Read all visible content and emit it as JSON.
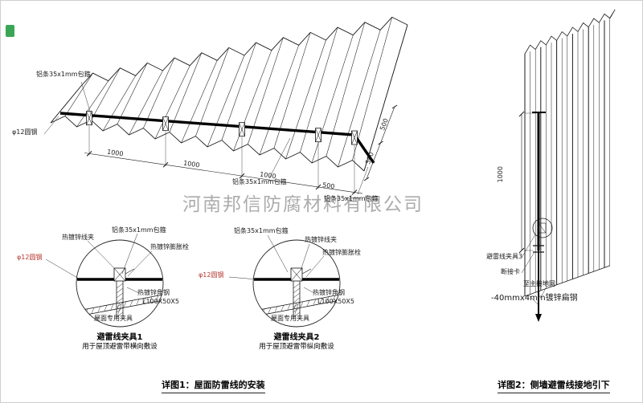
{
  "company_watermark": "河南邦信防腐材料有限公司",
  "roof": {
    "label_alu_strip": "铝条35x1mm包箍",
    "label_round_steel": "φ12圆钢",
    "dim_1000": "1000",
    "dim_500": "500"
  },
  "details": [
    {
      "title": "避雷线夹具1",
      "subtitle": "用于屋顶避雷带横向敷设",
      "labels": {
        "clip": "热镀锌线夹",
        "alu": "铝条35x1mm包箍",
        "bolt": "热镀锌膨胀栓",
        "rod": "φ12圆钢",
        "angle": "热镀锌角钢",
        "angle_spec": "L100X50X5",
        "fixture": "屋面专用夹具"
      }
    },
    {
      "title": "避雷线夹具2",
      "subtitle": "用于屋顶避雷带纵向敷设",
      "labels": {
        "clip": "热镀锌线夹",
        "alu": "铝条35x1mm包箍",
        "bolt": "热镀锌膨胀栓",
        "rod": "φ12圆钢",
        "angle": "热镀锌角钢",
        "angle_spec": "L100X50X5",
        "fixture": "屋面专用夹具"
      }
    }
  ],
  "wall": {
    "dim": "1000",
    "label_clamp3": "避雷线夹具3",
    "label_disconnect": "断接卡",
    "label_ground": "至主接地网",
    "label_flat_steel": "-40mmx4mm镀锌扁钢"
  },
  "captions": {
    "detail1": "详图1：屋面防雷线的安装",
    "detail2": "详图2：侧墙避雷线接地引下"
  },
  "colors": {
    "line": "#1a1a1a",
    "conductor": "#000000",
    "red_label": "#b5342c",
    "watermark": "#9e9e9e",
    "seal": "#3aa655"
  }
}
